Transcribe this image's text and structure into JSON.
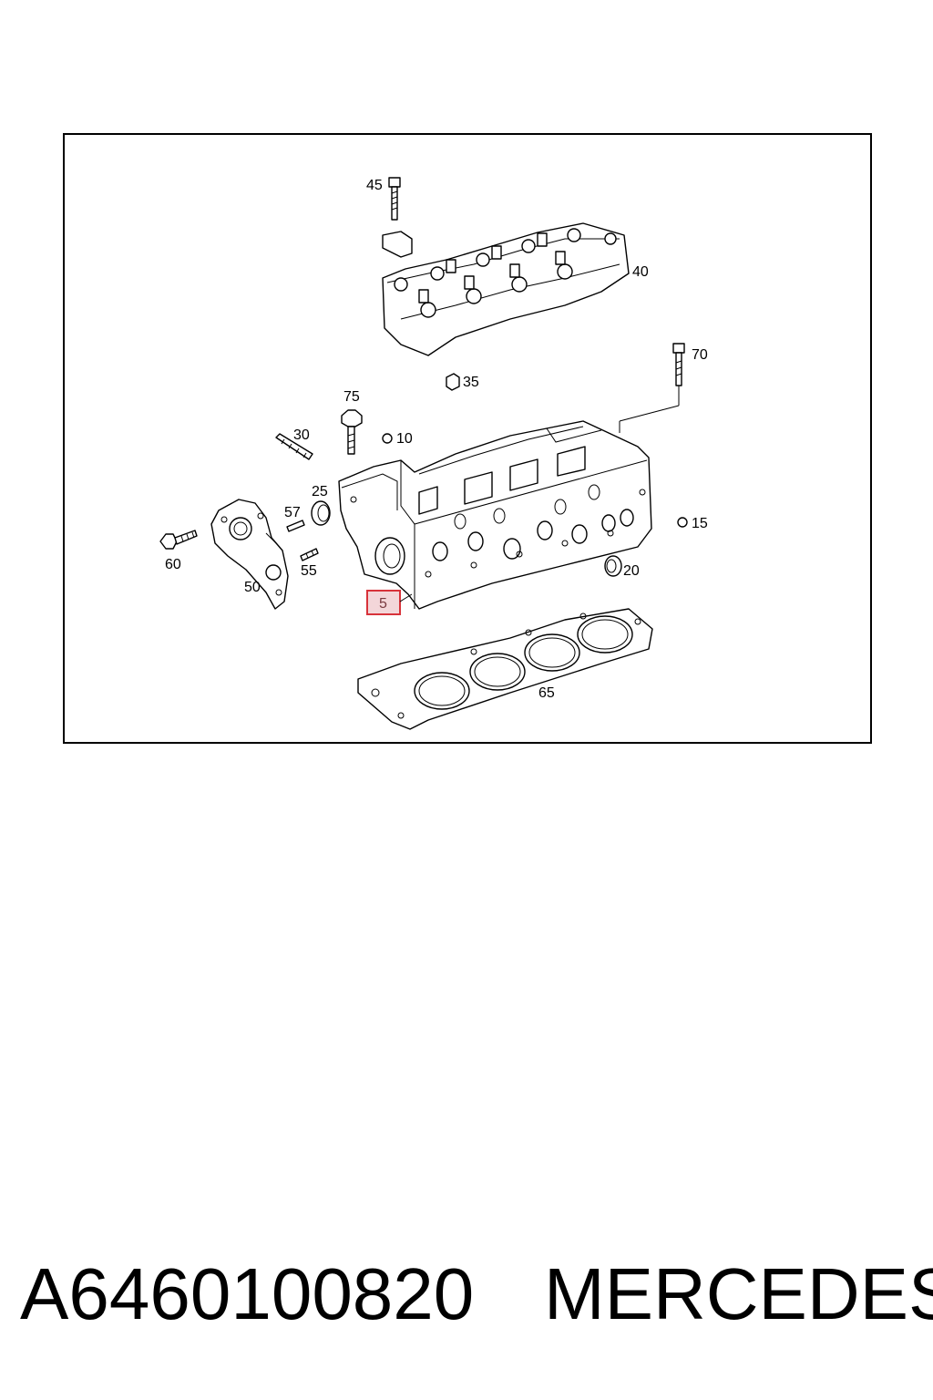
{
  "callouts": {
    "c5": "5",
    "c10": "10",
    "c15": "15",
    "c20": "20",
    "c25": "25",
    "c30": "30",
    "c35": "35",
    "c40": "40",
    "c45": "45",
    "c50": "50",
    "c55": "55",
    "c57": "57",
    "c60": "60",
    "c65": "65",
    "c70": "70",
    "c75": "75"
  },
  "highlighted_callout": "5",
  "colors": {
    "highlight_border": "#d8323a",
    "highlight_fill": "#f3d6d9",
    "line": "#000000"
  },
  "caption": {
    "part_number": "A6460100820",
    "brand": "MERCEDES"
  }
}
